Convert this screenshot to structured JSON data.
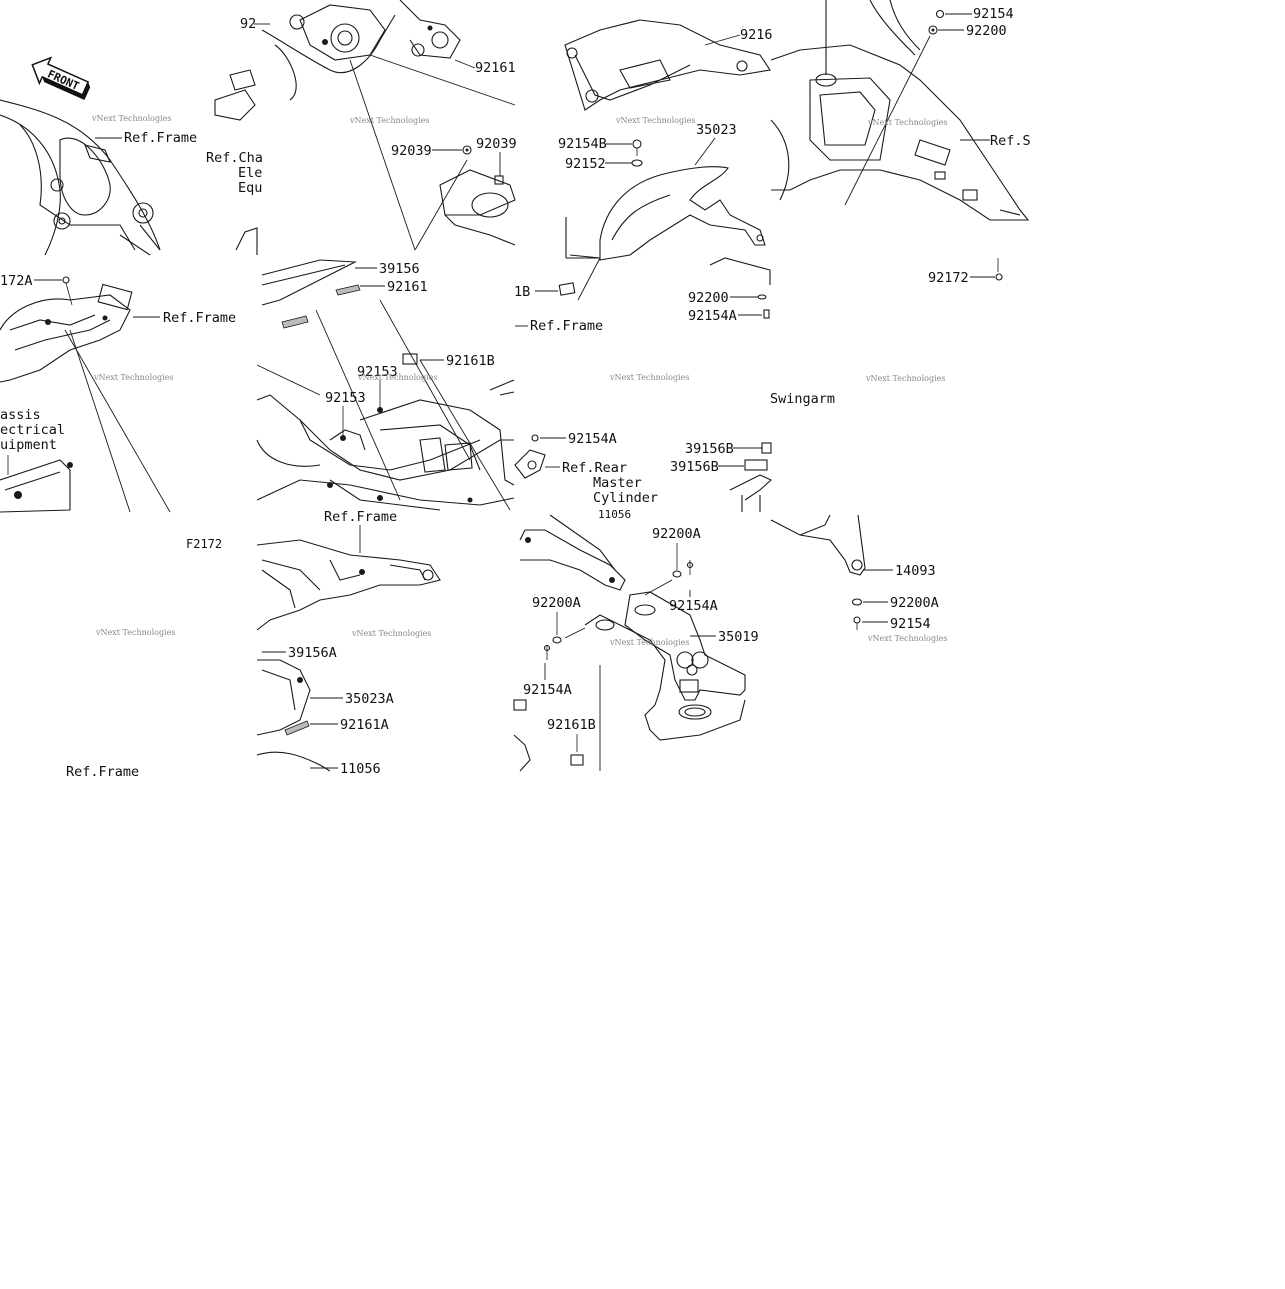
{
  "diagram": {
    "front_badge": "FRONT",
    "figure_code": "F2172",
    "watermark": "vNext Technologies",
    "labels": {
      "ref_frame": "Ref.Frame",
      "ref_chassis_tile1_l1": "Ref.Cha",
      "ref_chassis_tile1_l2": "Ele",
      "ref_chassis_tile1_l3": "Equ",
      "chassis_l1": "assis",
      "chassis_l2": "ectrical",
      "chassis_l3": "uipment",
      "ref_rear_l1": "Ref.Rear",
      "ref_rear_l2": "Master",
      "ref_rear_l3": "Cylinder",
      "ref_s": "Ref.S",
      "swingarm": "Swingarm",
      "ref_frame_partial": "Ref.Frame"
    },
    "parts": {
      "p_92_top": "92",
      "p_92161_top": "92161",
      "p_92039_a": "92039",
      "p_92039_b": "92039",
      "p_92172A": "172A",
      "p_39156": "39156",
      "p_92161_mid": "92161",
      "p_92161B_mid": "92161B",
      "p_92153_a": "92153",
      "p_92153_b": "92153",
      "p_9216_partial": "9216",
      "p_92154B": "92154B",
      "p_92152": "92152",
      "p_35023": "35023",
      "p_1B_partial": "1B",
      "p_92200_mid": "92200",
      "p_92154A_mid": "92154A",
      "p_92154_top": "92154",
      "p_92200_top": "92200",
      "p_92172": "92172",
      "p_92154A_rear": "92154A",
      "p_39156B_a": "39156B",
      "p_39156B_b": "39156B",
      "p_11056_partial": "11056",
      "p_92200A_a": "92200A",
      "p_92154A_b": "92154A",
      "p_92200A_b": "92200A",
      "p_35019": "35019",
      "p_92154A_c": "92154A",
      "p_92161B_bot": "92161B",
      "p_14093": "14093",
      "p_92200A_c": "92200A",
      "p_92154_bot": "92154",
      "p_39156A": "39156A",
      "p_35023A": "35023A",
      "p_92161A": "92161A",
      "p_11056": "11056"
    }
  }
}
